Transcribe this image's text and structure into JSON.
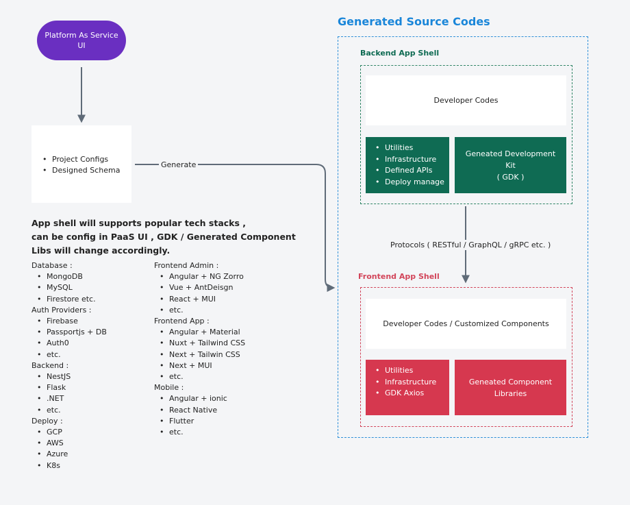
{
  "paas": {
    "label": "Platform As Service UI"
  },
  "config": {
    "items": [
      "Project Configs",
      "Designed Schema"
    ]
  },
  "generate_label": "Generate",
  "note": "App shell will supports popular tech stacks ,\ncan be config in PaaS UI , GDK / Generated Component Libs will change accordingly.",
  "stacks_left": [
    {
      "title": "Database :",
      "items": [
        "MongoDB",
        "MySQL",
        "Firestore etc."
      ]
    },
    {
      "title": "Auth Providers :",
      "items": [
        "Firebase",
        "Passportjs + DB",
        "Auth0",
        "etc."
      ]
    },
    {
      "title": "Backend :",
      "items": [
        "NestJS",
        "Flask",
        ".NET",
        "etc."
      ]
    },
    {
      "title": "Deploy :",
      "items": [
        "GCP",
        "AWS",
        "Azure",
        "K8s"
      ]
    }
  ],
  "stacks_right": [
    {
      "title": "Frontend Admin :",
      "items": [
        "Angular + NG Zorro",
        "Vue + AntDeisgn",
        "React + MUI",
        "etc."
      ]
    },
    {
      "title": "Frontend App :",
      "items": [
        "Angular + Material",
        "Nuxt + Tailwind CSS",
        "Next + Tailwin CSS",
        "Next + MUI",
        "etc."
      ]
    },
    {
      "title": "Mobile :",
      "items": [
        "Angular + ionic",
        "React Native",
        "Flutter",
        "etc."
      ]
    }
  ],
  "generated": {
    "title": "Generated Source Codes",
    "backend": {
      "label": "Backend App Shell",
      "developer": "Developer Codes",
      "features": [
        "Utilities",
        "Infrastructure",
        "Defined APIs",
        "Deploy manage"
      ],
      "kit": "Geneated Development Kit\n( GDK )"
    },
    "protocols": "Protocols ( RESTful / GraphQL / gRPC etc. )",
    "frontend": {
      "label": "Frontend App Shell",
      "developer": "Developer Codes / Customized Components",
      "features": [
        "Utilities",
        "Infrastructure",
        "GDK Axios"
      ],
      "libs": "Geneated Component\nLibraries"
    }
  },
  "colors": {
    "paas": "#6a2fc1",
    "title": "#1a86d9",
    "backend": "#0f6b53",
    "frontend": "#d6384f",
    "connector": "#5f6b78"
  }
}
